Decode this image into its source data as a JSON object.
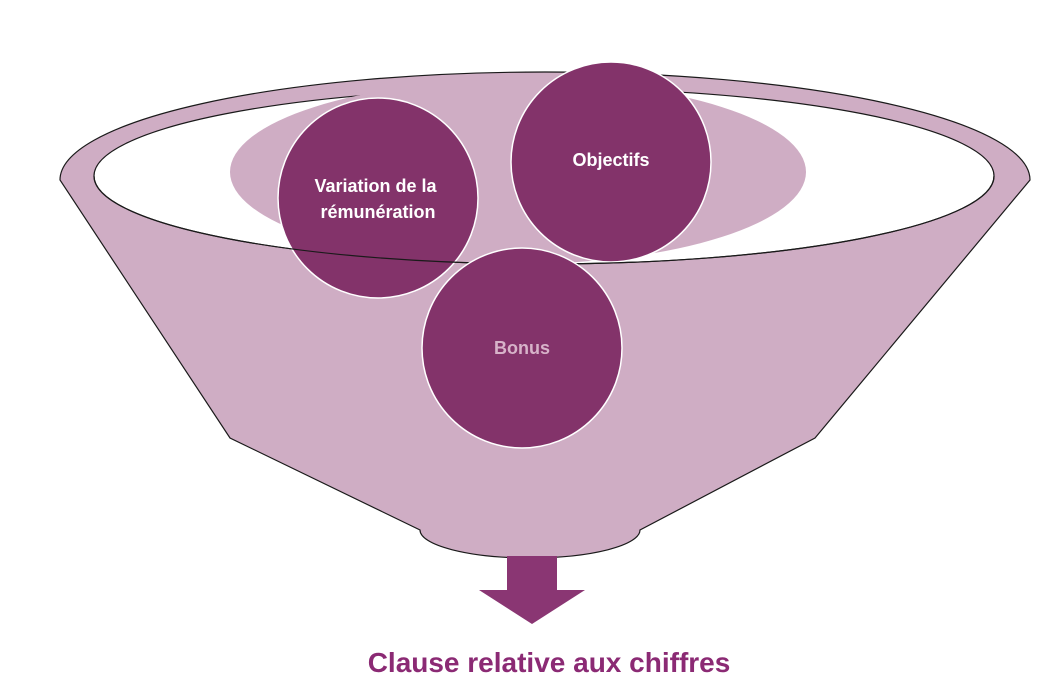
{
  "funnel": {
    "items": [
      {
        "label_line1": "Variation de la",
        "label_line2": "rémunération",
        "label_color": "#ffffff"
      },
      {
        "label_line1": "Objectifs",
        "label_color": "#ffffff"
      },
      {
        "label_line1": "Bonus",
        "label_color": "#d7b3c9"
      }
    ],
    "output_label": "Clause relative aux chiffres"
  },
  "colors": {
    "funnel_fill": "#cfadc4",
    "funnel_stroke": "#1a1a1a",
    "circle_fill": "#83336a",
    "circle_stroke": "#ffffff",
    "arrow_fill": "#8a3673",
    "caption_color": "#8b2a74"
  }
}
